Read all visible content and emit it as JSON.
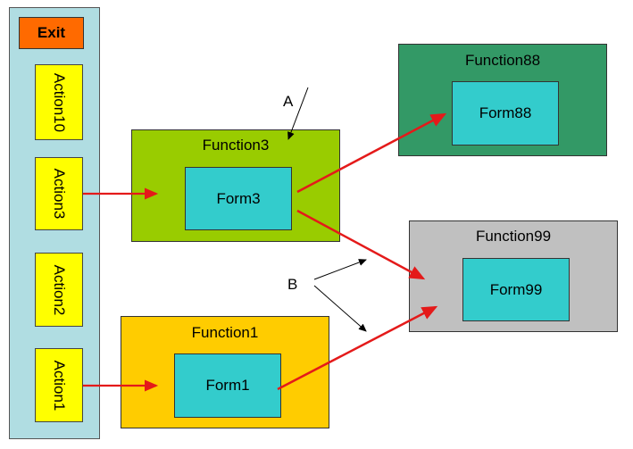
{
  "exit_label": "Exit",
  "actions": [
    "Action10",
    "Action3",
    "Action2",
    "Action1"
  ],
  "functions": {
    "function88": {
      "title": "Function88",
      "form": "Form88",
      "color": "#339966"
    },
    "function3": {
      "title": "Function3",
      "form": "Form3",
      "color": "#99cc00"
    },
    "function99": {
      "title": "Function99",
      "form": "Form99",
      "color": "#c0c0c0"
    },
    "function1": {
      "title": "Function1",
      "form": "Form1",
      "color": "#ffcc00"
    }
  },
  "labels": {
    "a": "A",
    "b": "B"
  },
  "colors": {
    "panel": "#b0dde2",
    "exit": "#ff6a00",
    "action": "#ffff00",
    "form": "#33cccc",
    "arrow_red": "#e41a1a"
  }
}
